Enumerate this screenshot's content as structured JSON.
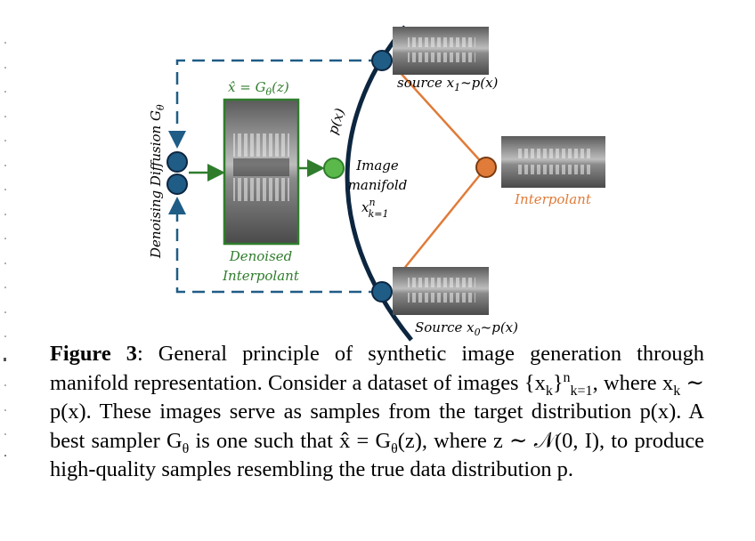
{
  "diagram": {
    "left_label": "Denoising Diffusion G",
    "left_label_sub": "θ",
    "top_formula": "x̂ = G",
    "top_formula_sub": "θ",
    "top_formula_tail": "(z)",
    "denoised_label_line1": "Denoised",
    "denoised_label_line2": "Interpolant",
    "manifold_curve_label": "p(x)",
    "manifold_label_line1": "Image",
    "manifold_label_line2": "manifold",
    "manifold_set_x": "x",
    "manifold_set_sup": "n",
    "manifold_set_sub": "k=1",
    "source1_label": "source x",
    "source1_sub": "1",
    "source1_tail": "~p(x)",
    "source0_label": "Source x",
    "source0_sub": "0",
    "source0_tail": "~p(x)",
    "interpolant_label": "Interpolant",
    "colors": {
      "navy": "#0d2640",
      "node_blue": "#1f5c86",
      "green": "#2f7d2c",
      "green_node": "#5bb84a",
      "orange": "#e07b39",
      "dash_blue": "#1f5c86"
    }
  },
  "caption": {
    "figure_label": "Figure 3",
    "text_1": ": General principle of synthetic image generation through manifold representation. Consider a dataset of images {x",
    "text_1_sub": "k",
    "text_1_close": "}",
    "text_1_sup": "n",
    "text_1_sub2": "k=1",
    "text_2": ", where x",
    "text_2_sub": "k",
    "text_3": " ∼ p(x). These images serve as samples from the target distribution p(x). A best sampler G",
    "text_3_sub": "θ",
    "text_4": " is one such that x̂ = G",
    "text_4_sub": "θ",
    "text_5": "(z), where z ∼ 𝒩(0, I), to produce high-quality samples resembling the true data distribution p."
  }
}
